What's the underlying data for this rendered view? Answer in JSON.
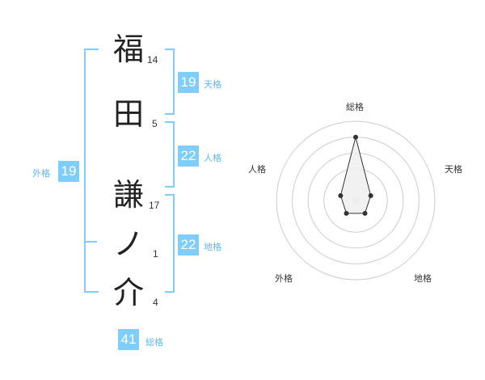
{
  "name_chars": [
    {
      "char": "福",
      "strokes": "14"
    },
    {
      "char": "田",
      "strokes": "5"
    },
    {
      "char": "謙",
      "strokes": "17"
    },
    {
      "char": "ノ",
      "strokes": "1"
    },
    {
      "char": "介",
      "strokes": "4"
    }
  ],
  "fortunes": {
    "tenkaku": {
      "value": "19",
      "label": "天格"
    },
    "jinkaku": {
      "value": "22",
      "label": "人格"
    },
    "chikaku": {
      "value": "22",
      "label": "地格"
    },
    "gaikaku": {
      "value": "19",
      "label": "外格"
    },
    "soukaku": {
      "value": "41",
      "label": "総格"
    }
  },
  "colors": {
    "accent": "#7fcdfb",
    "accent_text": "#5cb8ee",
    "radar_fill": "#efefef",
    "radar_line": "#333333"
  },
  "chart_data": {
    "type": "radar",
    "axes": [
      "総格",
      "天格",
      "地格",
      "外格",
      "人格"
    ],
    "values": [
      4,
      1,
      1,
      1,
      1
    ],
    "rmax": 5,
    "rings": 4
  }
}
